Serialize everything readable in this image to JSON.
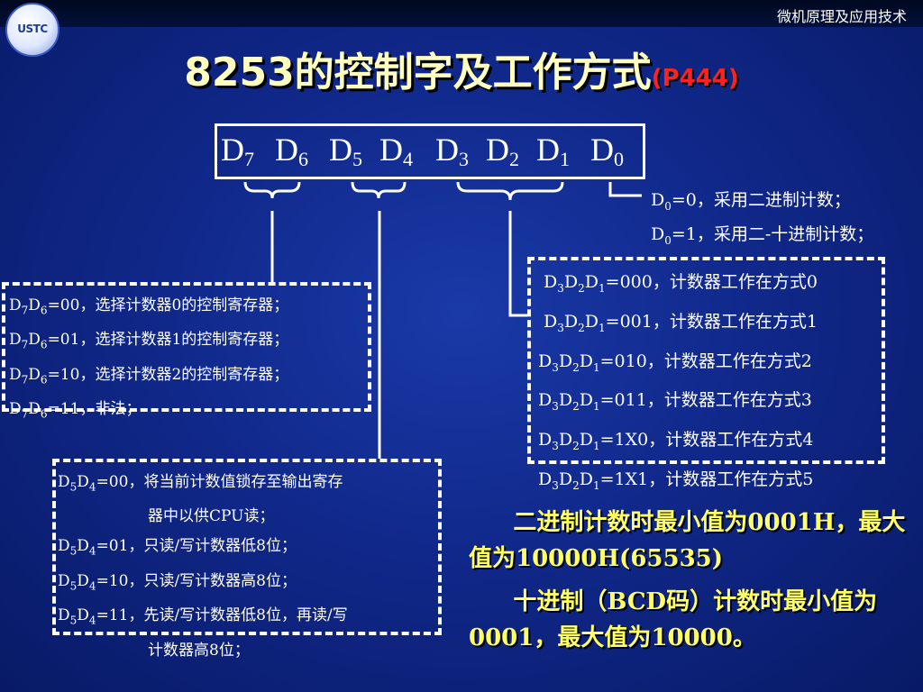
{
  "header": {
    "course": "微机原理及应用技术",
    "logo_text": "USTC"
  },
  "title": {
    "main": "8253的控制字及工作方式",
    "ref": "(P444)"
  },
  "bits": [
    {
      "d": "D",
      "s": "7"
    },
    {
      "d": "D",
      "s": "6"
    },
    {
      "d": "D",
      "s": "5"
    },
    {
      "d": "D",
      "s": "4"
    },
    {
      "d": "D",
      "s": "3"
    },
    {
      "d": "D",
      "s": "2"
    },
    {
      "d": "D",
      "s": "1"
    },
    {
      "d": "D",
      "s": "0"
    }
  ],
  "d0_notes": [
    "=0，采用二进制计数；",
    "=1，采用二-十进制计数；"
  ],
  "counter_select": [
    {
      "value": "=00，选择计数器0的控制寄存器；"
    },
    {
      "value": "=01，选择计数器1的控制寄存器；"
    },
    {
      "value": "=10，选择计数器2的控制寄存器；"
    },
    {
      "value": "=11，非法；"
    }
  ],
  "mode_select": [
    {
      "value": "=000，计数器工作在方式0"
    },
    {
      "value": "=001，计数器工作在方式1"
    },
    {
      "value": "=010，计数器工作在方式2"
    },
    {
      "value": "=011，计数器工作在方式3"
    },
    {
      "value": "=1X0，计数器工作在方式4"
    },
    {
      "value": "=1X1，计数器工作在方式5"
    }
  ],
  "rw_select": [
    {
      "value": "=00，将当前计数值锁存至输出寄存",
      "cont": "器中以供CPU读；"
    },
    {
      "value": "=01，只读/写计数器低8位；",
      "cont": ""
    },
    {
      "value": "=10，只读/写计数器高8位；",
      "cont": ""
    },
    {
      "value": "=11，先读/写计数器低8位，再读/写",
      "cont": "计数器高8位；"
    }
  ],
  "notes": {
    "binary": "二进制计数时最小值为0001H，最大值为10000H(65535)",
    "bcd": "十进制（BCD码）计数时最小值为0001，最大值为10000。"
  }
}
